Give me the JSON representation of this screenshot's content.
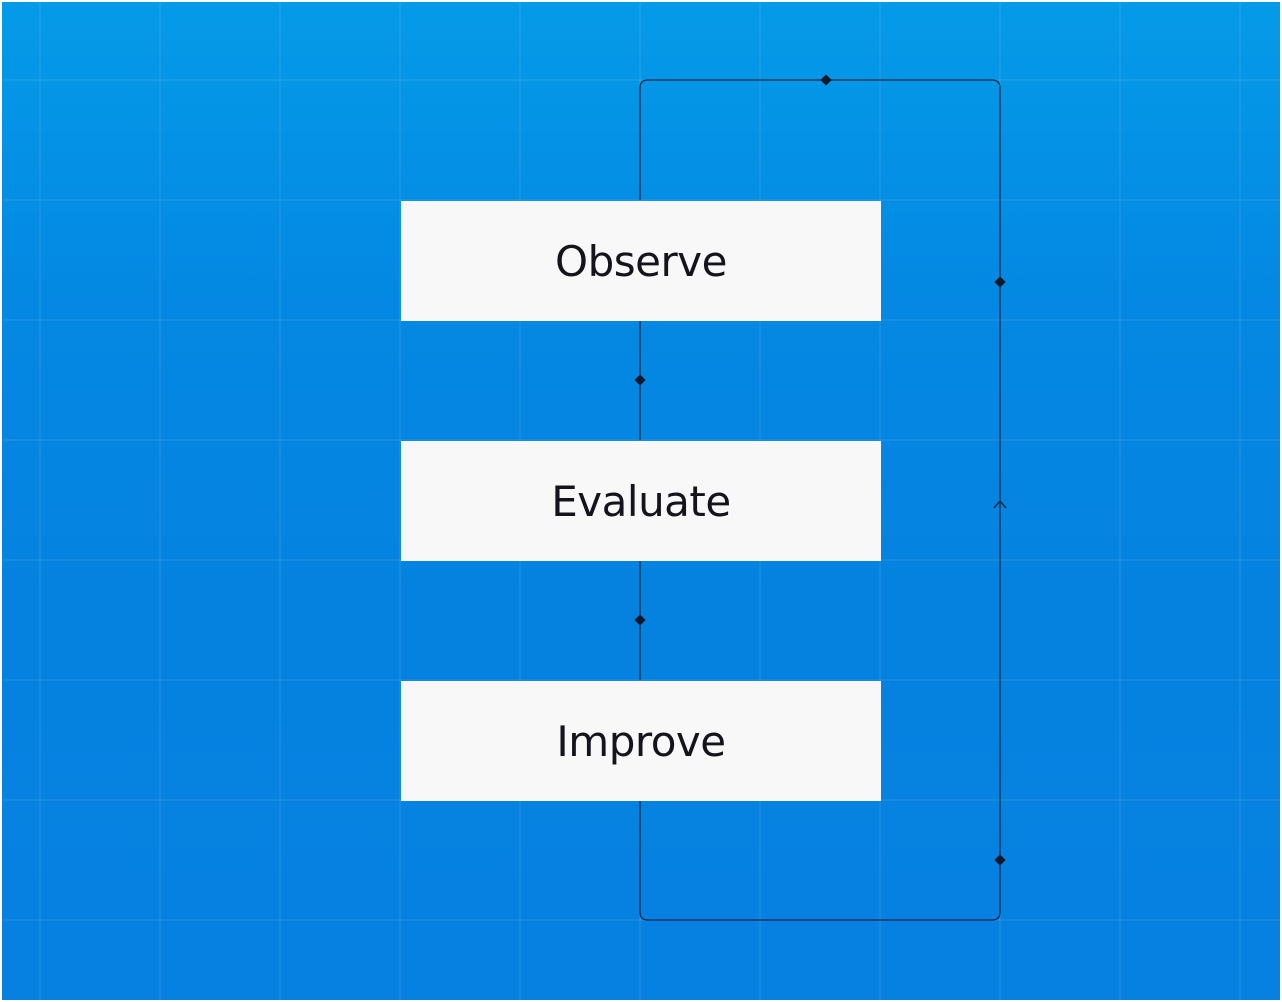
{
  "diagram": {
    "steps": [
      {
        "label": "Observe"
      },
      {
        "label": "Evaluate"
      },
      {
        "label": "Improve"
      }
    ]
  },
  "colors": {
    "background_top": "#059be8",
    "background_bottom": "#0681e2",
    "box_fill": "#f8f8f8",
    "text": "#14141c",
    "connector": "#1b2a45"
  }
}
